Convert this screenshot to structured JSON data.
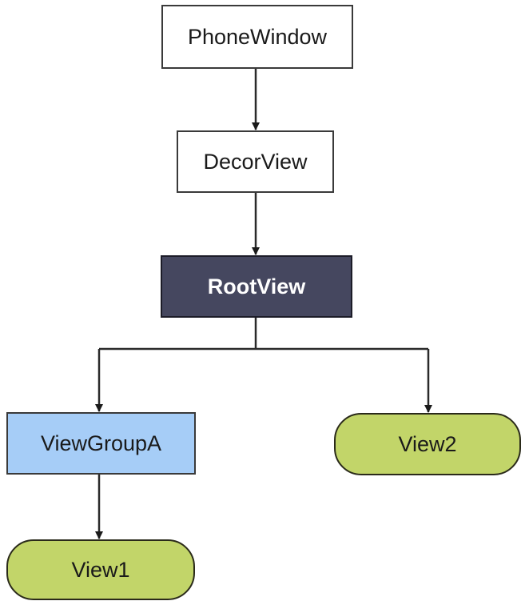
{
  "colors": {
    "white_box": "#ffffff",
    "dark_box": "#45475f",
    "blue_box": "#a6cdf7",
    "green_pill": "#c2d569",
    "line": "#2a2a2a"
  },
  "nodes": {
    "phone_window": "PhoneWindow",
    "decor_view": "DecorView",
    "root_view": "RootView",
    "view_group_a": "ViewGroupA",
    "view2": "View2",
    "view1": "View1"
  }
}
